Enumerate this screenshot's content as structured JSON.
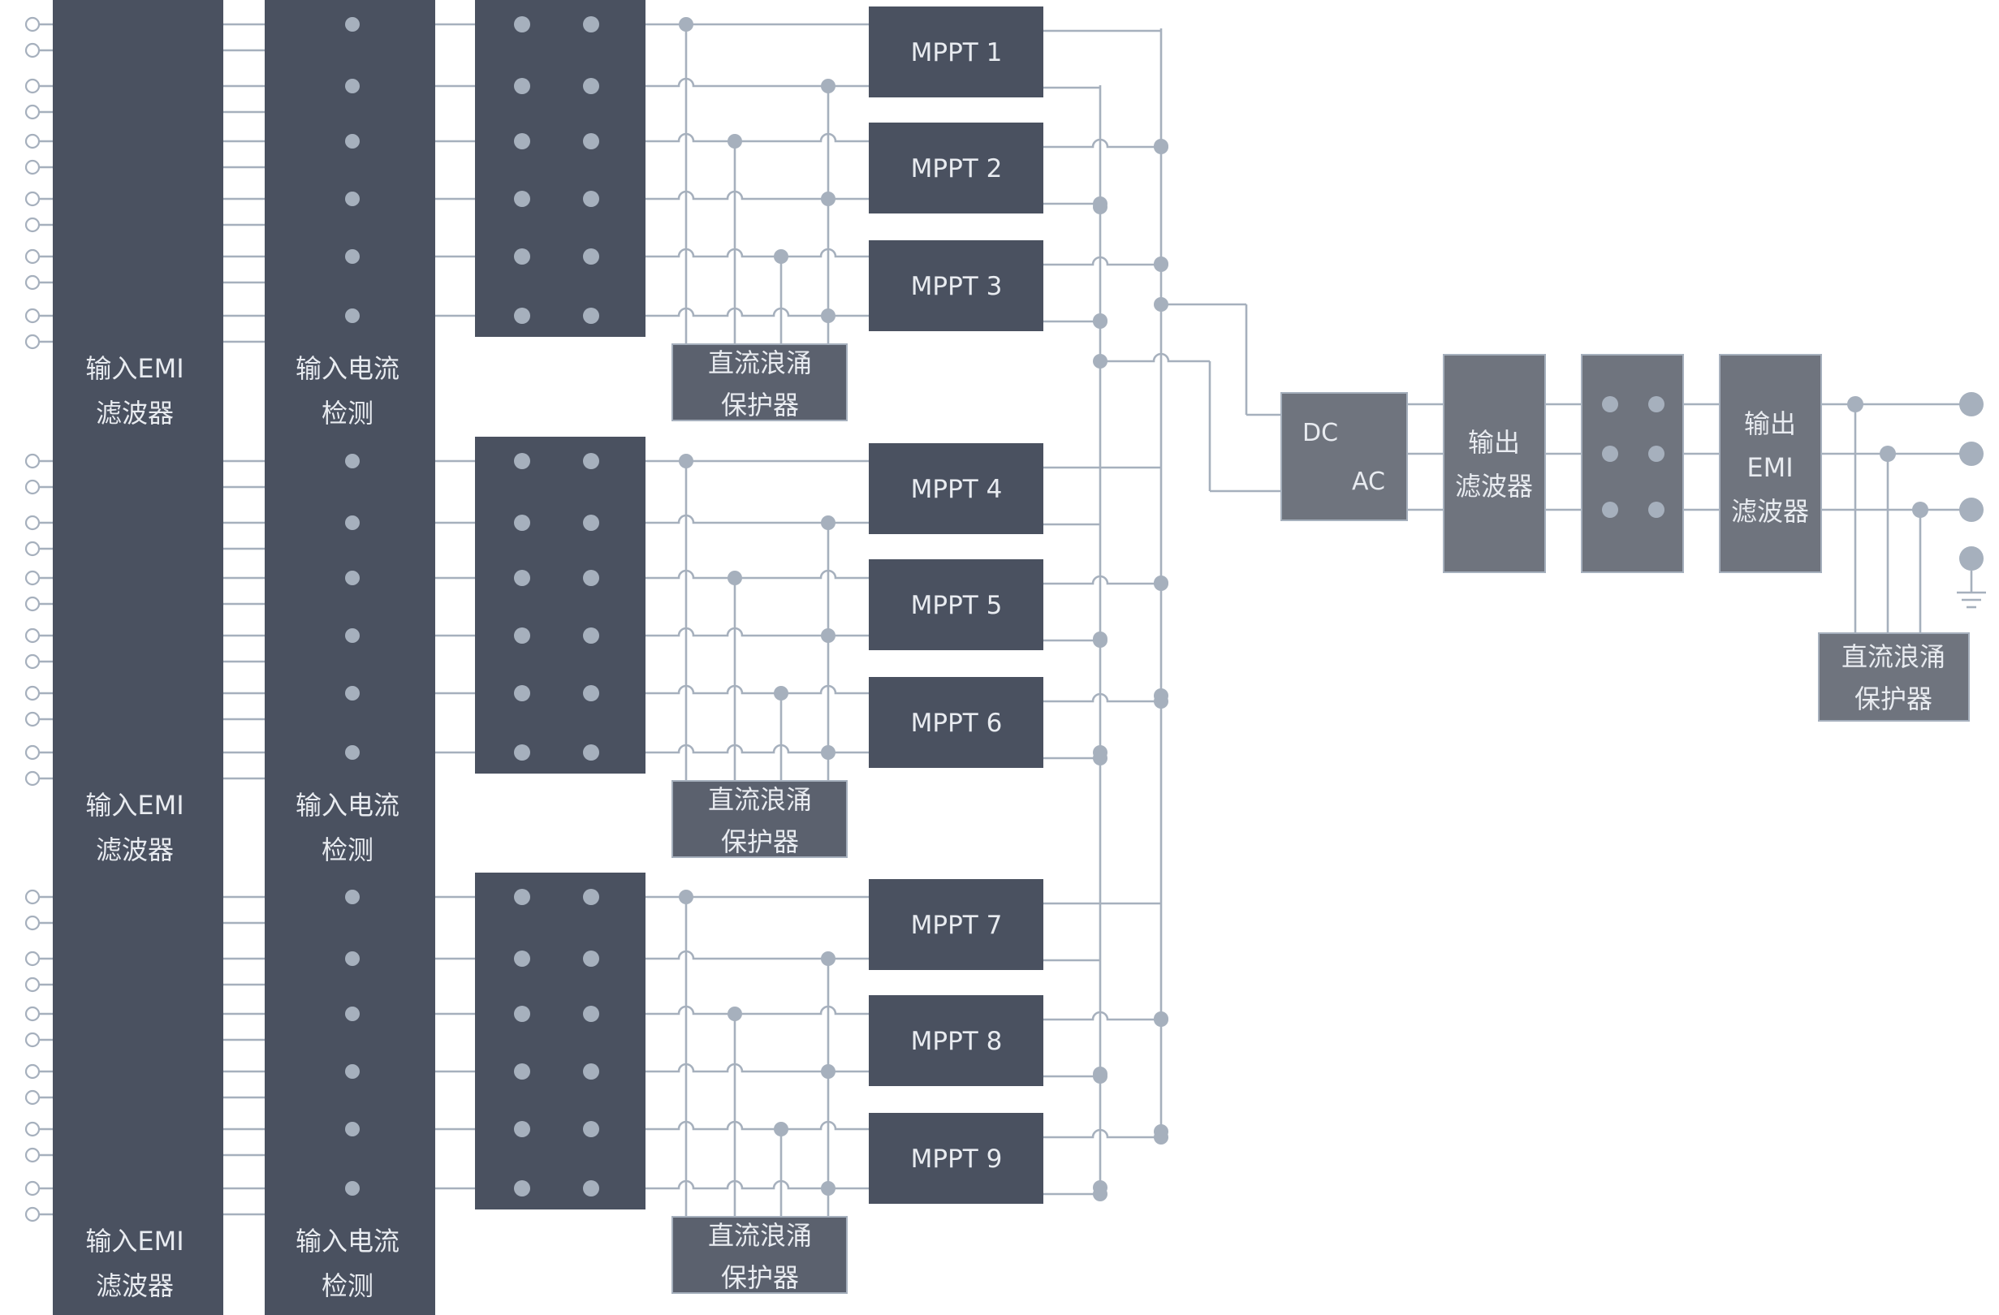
{
  "diagram": {
    "input_groups": [
      {
        "emi_label": [
          "输入EMI",
          "滤波器"
        ],
        "sense_label": [
          "输入电流",
          "检测"
        ],
        "spd_label": [
          "直流浪涌",
          "保护器"
        ],
        "mppts": [
          "MPPT 1",
          "MPPT 2",
          "MPPT 3"
        ]
      },
      {
        "emi_label": [
          "输入EMI",
          "滤波器"
        ],
        "sense_label": [
          "输入电流",
          "检测"
        ],
        "spd_label": [
          "直流浪涌",
          "保护器"
        ],
        "mppts": [
          "MPPT 4",
          "MPPT 5",
          "MPPT 6"
        ]
      },
      {
        "emi_label": [
          "输入EMI",
          "滤波器"
        ],
        "sense_label": [
          "输入电流",
          "检测"
        ],
        "spd_label": [
          "直流浪涌",
          "保护器"
        ],
        "mppts": [
          "MPPT 7",
          "MPPT 8",
          "MPPT 9"
        ]
      }
    ],
    "inverter": {
      "dc": "DC",
      "ac": "AC"
    },
    "output_filter": [
      "输出",
      "滤波器"
    ],
    "output_emi": [
      "输出",
      "EMI",
      "滤波器"
    ],
    "ac_spd": [
      "直流浪涌",
      "保护器"
    ]
  },
  "colors": {
    "block": "#4a5160",
    "wire": "#a6b0bd",
    "text": "#e8ebf0",
    "background": "#ffffff"
  },
  "icons": [
    "relay-switch-icon",
    "ground-icon",
    "terminal-icon"
  ]
}
